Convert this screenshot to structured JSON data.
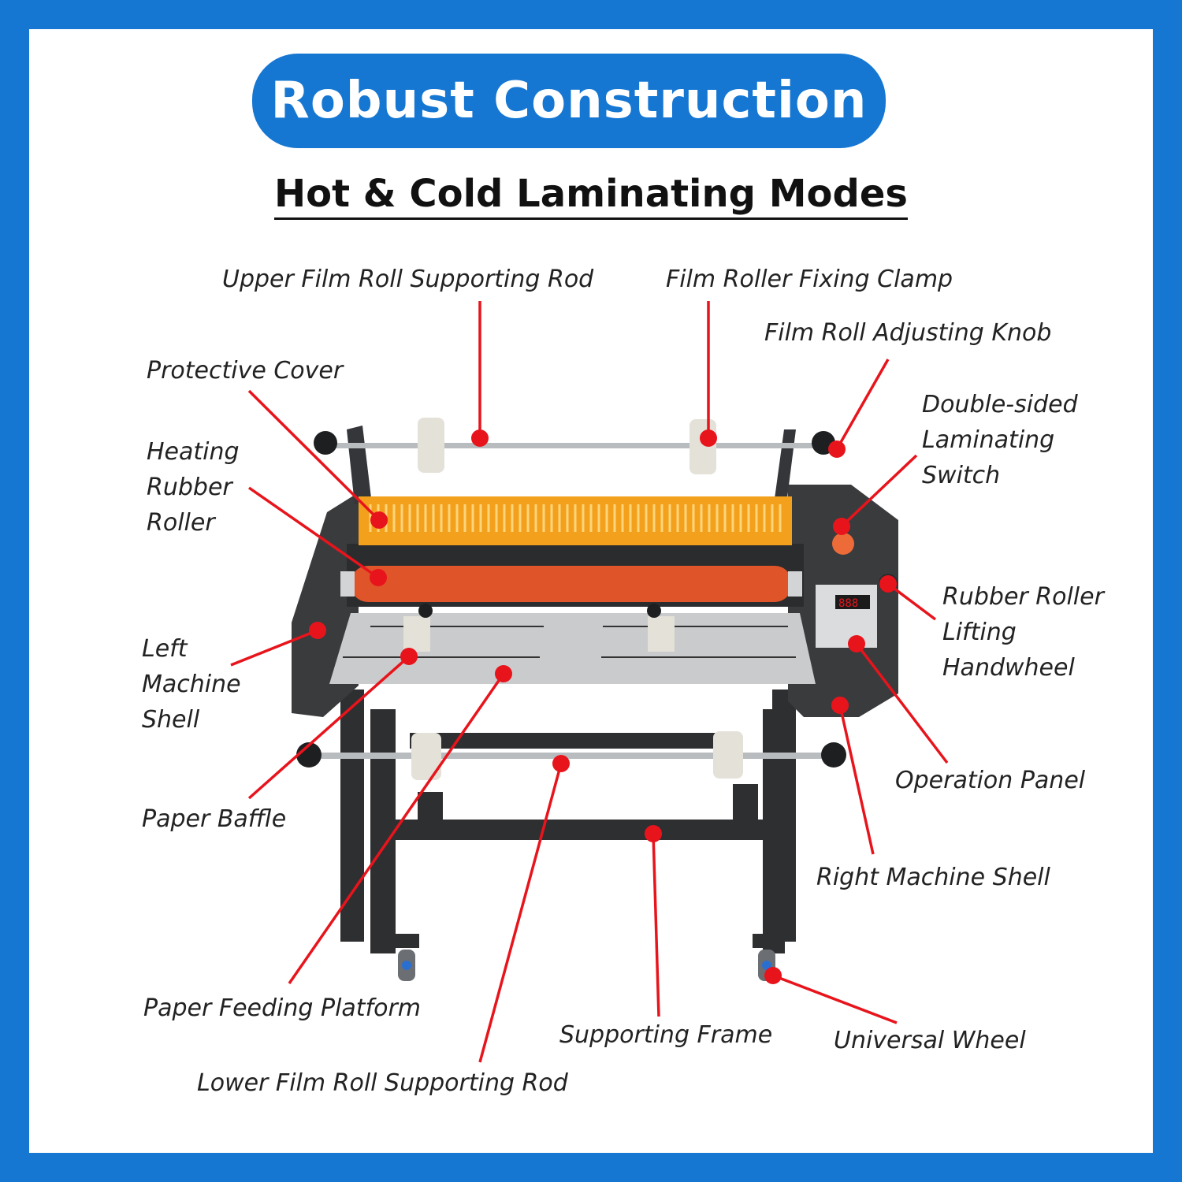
{
  "title": "Robust Construction",
  "subtitle": "Hot & Cold Laminating Modes",
  "colors": {
    "border": "#1677d2",
    "banner": "#1677d2",
    "leader": "#e8141c",
    "machine_body": "#3a3b3d",
    "roller": "#e0542a",
    "cover": "#f3a01c",
    "platform": "#c9cbcc"
  },
  "labels": {
    "upper_film_roll_supporting_rod": "Upper Film Roll Supporting Rod",
    "film_roller_fixing_clamp": "Film Roller Fixing Clamp",
    "film_roll_adjusting_knob": "Film Roll Adjusting Knob",
    "protective_cover": "Protective Cover",
    "double_sided_laminating_switch": "Double-sided\nLaminating\nSwitch",
    "heating_rubber_roller": "Heating\nRubber\nRoller",
    "rubber_roller_lifting_handwheel": "Rubber Roller\nLifting\nHandwheel",
    "left_machine_shell": "Left\nMachine\nShell",
    "operation_panel": "Operation Panel",
    "paper_baffle": "Paper Baffle",
    "right_machine_shell": "Right Machine Shell",
    "paper_feeding_platform": "Paper Feeding Platform",
    "supporting_frame": "Supporting Frame",
    "universal_wheel": "Universal Wheel",
    "lower_film_roll_supporting_rod": "Lower Film Roll Supporting Rod"
  },
  "display": {
    "readout": "888"
  }
}
